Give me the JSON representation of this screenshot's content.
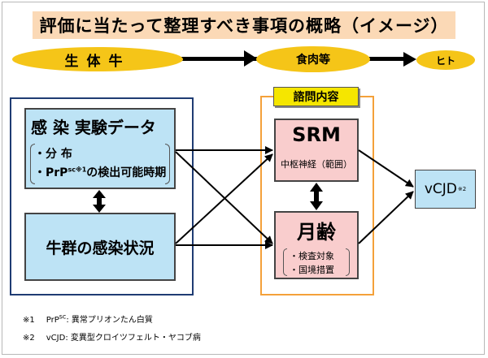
{
  "title": "評価に当たって整理すべき事項の概略（イメージ）",
  "flow": {
    "bovine": "生体牛",
    "meat": "食肉等",
    "human": "ヒト"
  },
  "experiment": {
    "title": "感 染 実験データ",
    "item1": "・分 布",
    "item2_prefix": "・PrP",
    "item2_sup": "sc",
    "item2_note": "※1",
    "item2_suffix": "の検出可能時期"
  },
  "herd": {
    "title": "牛群の感染状況"
  },
  "consultation": {
    "label": "諮問内容"
  },
  "srm": {
    "title": "SRM",
    "subtitle": "中枢神経（範囲）"
  },
  "age": {
    "title": "月齢",
    "item1": "・検査対象",
    "item2": "・国境措置"
  },
  "vcjd": {
    "label": "vCJD",
    "note": "※2"
  },
  "footnotes": [
    {
      "mark": "※1",
      "term": "PrP",
      "term_sup": "sc",
      "text": ": 異常プリオンたん白質"
    },
    {
      "mark": "※2",
      "term": "vCJD",
      "term_sup": "",
      "text": ": 変異型クロイツフェルト・ヤコブ病"
    }
  ],
  "colors": {
    "title_bg": "#fbd9b6",
    "flow_ellipse": "#f5c518",
    "blue_box": "#bde3f5",
    "pink_box": "#f9cdcd",
    "consult_label": "#f5e600",
    "orange_border": "#f4a13a",
    "navy_border": "#1f3c73"
  }
}
